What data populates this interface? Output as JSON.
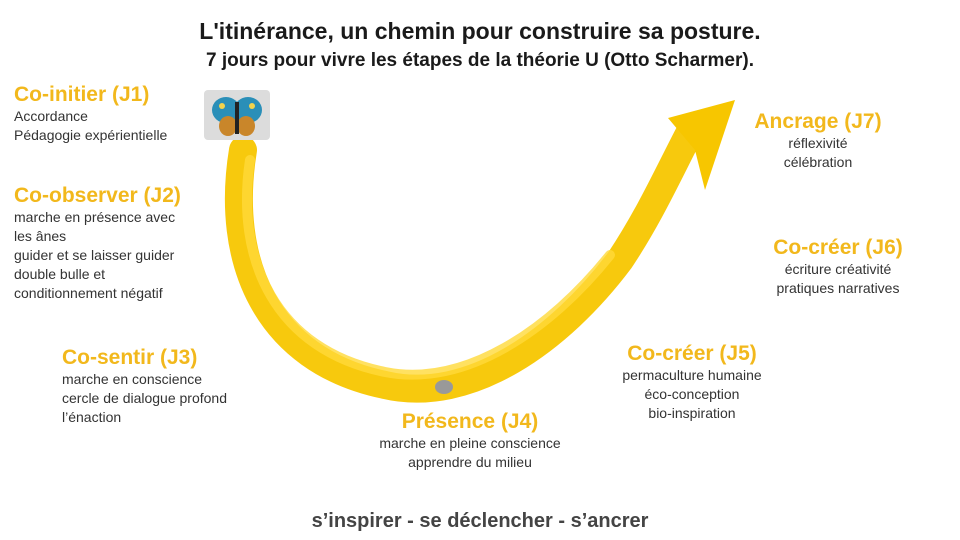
{
  "title": "L'itinérance, un chemin pour construire sa posture.",
  "subtitle": "7 jours pour vivre les étapes de la théorie U (Otto Scharmer).",
  "steps": [
    {
      "head": "Co-initier (J1)",
      "lines": [
        "Accordance",
        "Pédagogie expérientielle"
      ]
    },
    {
      "head": "Co-observer (J2)",
      "lines": [
        "marche en présence avec",
        "les ânes",
        "guider et se laisser guider",
        "double bulle et",
        "conditionnement négatif"
      ]
    },
    {
      "head": "Co-sentir (J3)",
      "lines": [
        "marche en conscience",
        "cercle de dialogue profond",
        "l’énaction"
      ]
    },
    {
      "head": "Présence (J4)",
      "lines": [
        "marche en pleine conscience",
        "apprendre du milieu"
      ]
    },
    {
      "head": "Co-créer (J5)",
      "lines": [
        "permaculture humaine",
        "éco-conception",
        "bio-inspiration"
      ]
    },
    {
      "head": "Co-créer (J6)",
      "lines": [
        "écriture  créativité",
        "pratiques narratives"
      ]
    },
    {
      "head": "Ancrage (J7)",
      "lines": [
        "réflexivité",
        "célébration"
      ]
    }
  ],
  "footer": "s’inspirer - se déclencher - s’ancrer",
  "colors": {
    "accent": "#f2b81c",
    "stroke": "#f7c600",
    "text": "#333333"
  },
  "icons": [
    "butterfly-icon",
    "stone-icon"
  ]
}
